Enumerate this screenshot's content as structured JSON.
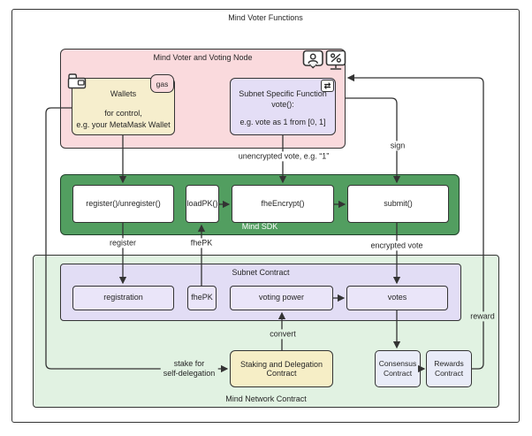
{
  "diagram": {
    "title": "Mind Voter Functions"
  },
  "voting_node": {
    "label": "Mind Voter and Voting Node",
    "wallets": {
      "title": "Wallets",
      "desc_line1": "for control,",
      "desc_line2": "e.g. your MetaMask Wallet",
      "badge": "gas"
    },
    "subnet_function": {
      "title_line1": "Subnet Specific Function",
      "title_line2": "vote():",
      "desc": "e.g. vote as 1 from [0, 1]",
      "corner_icon": "⇄"
    }
  },
  "sdk": {
    "label": "Mind SDK",
    "register": "register()/unregister()",
    "loadpk": "loadPK()",
    "fheencrypt": "fheEncrypt()",
    "submit": "submit()"
  },
  "network": {
    "label": "Mind Network Contract",
    "subnet_contract": {
      "label": "Subnet Contract",
      "registration": "registration",
      "fhepk": "fhePK",
      "voting_power": "voting power",
      "votes": "votes"
    },
    "staking": "Staking and Delegation Contract",
    "consensus": "Consensus Contract",
    "rewards": "Rewards Contract"
  },
  "edges": {
    "unencrypted_vote": "unencrypted vote, e.g. “1”",
    "sign": "sign",
    "register": "register",
    "fhepk": "fhePK",
    "encrypted_vote": "encrypted vote",
    "convert": "convert",
    "stake_line1": "stake for",
    "stake_line2": "self-delegation",
    "reward": "reward"
  },
  "icons": {
    "wallet": "wallet-icon",
    "swap": "swap-arrows-icon",
    "user": "user-icon",
    "percent_display": "percent-display-icon"
  },
  "colors": {
    "pink": "#fadadd",
    "cream": "#f6eecd",
    "staking_cream": "#f6eec6",
    "lavender_bg": "#e2ddf5",
    "lavender_node": "#eae5f9",
    "sdk_green": "#529e60",
    "network_green": "#e1f2e2",
    "contract_blue": "#e9ecf8",
    "stroke": "#343434",
    "arrow": "#333333"
  }
}
